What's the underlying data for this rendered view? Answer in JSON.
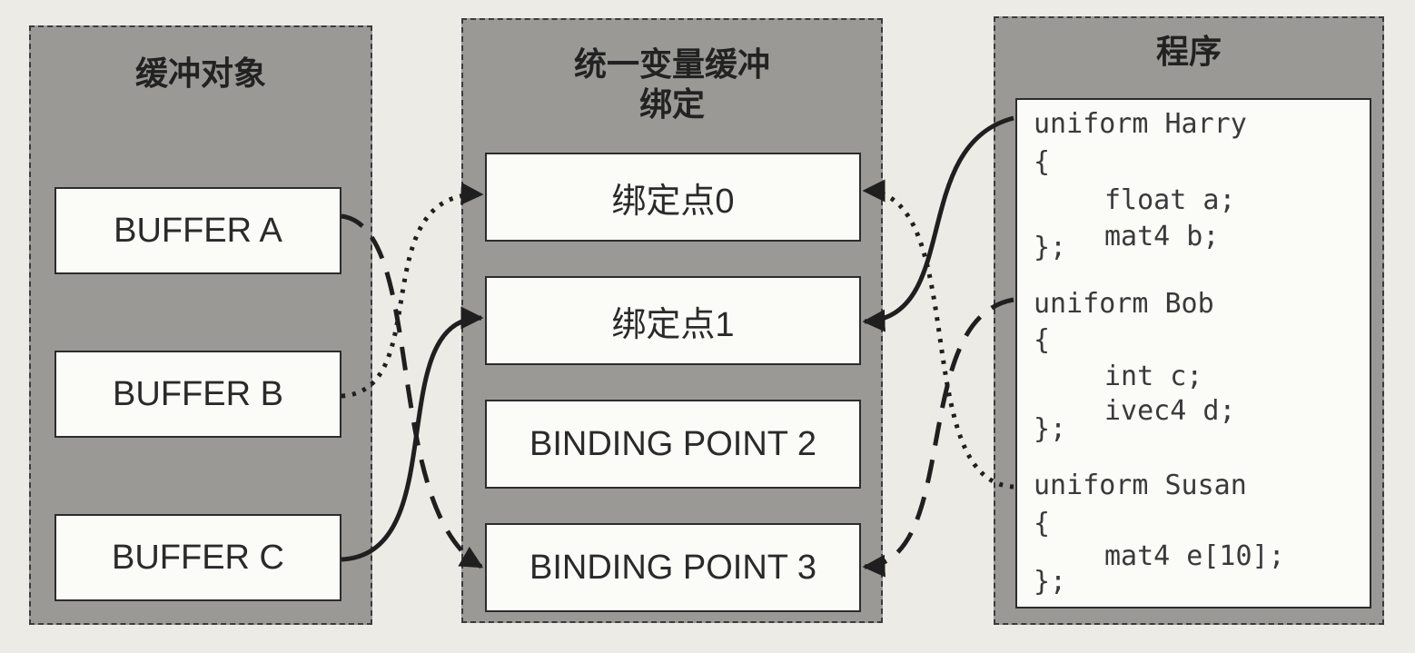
{
  "buffers_panel": {
    "title": "缓冲对象",
    "items": [
      "BUFFER A",
      "BUFFER B",
      "BUFFER C"
    ]
  },
  "bindings_panel": {
    "title_line1": "统一变量缓冲",
    "title_line2": "绑定",
    "points": [
      "绑定点0",
      "绑定点1",
      "BINDING POINT 2",
      "BINDING POINT 3"
    ]
  },
  "program_panel": {
    "title": "程序",
    "code": {
      "harry_decl": "uniform Harry",
      "harry_open": "{",
      "harry_f1": "float a;",
      "harry_f2": "mat4 b;",
      "harry_close": "};",
      "bob_decl": "uniform Bob",
      "bob_open": "{",
      "bob_f1": "int c;",
      "bob_f2": "ivec4 d;",
      "bob_close": "};",
      "susan_decl": "uniform Susan",
      "susan_open": "{",
      "susan_f1": "mat4 e[10];",
      "susan_close": "};"
    }
  },
  "colors": {
    "panel_fill": "#9a9996",
    "box_fill": "#fbfbf8",
    "line": "#1f1f1f"
  }
}
